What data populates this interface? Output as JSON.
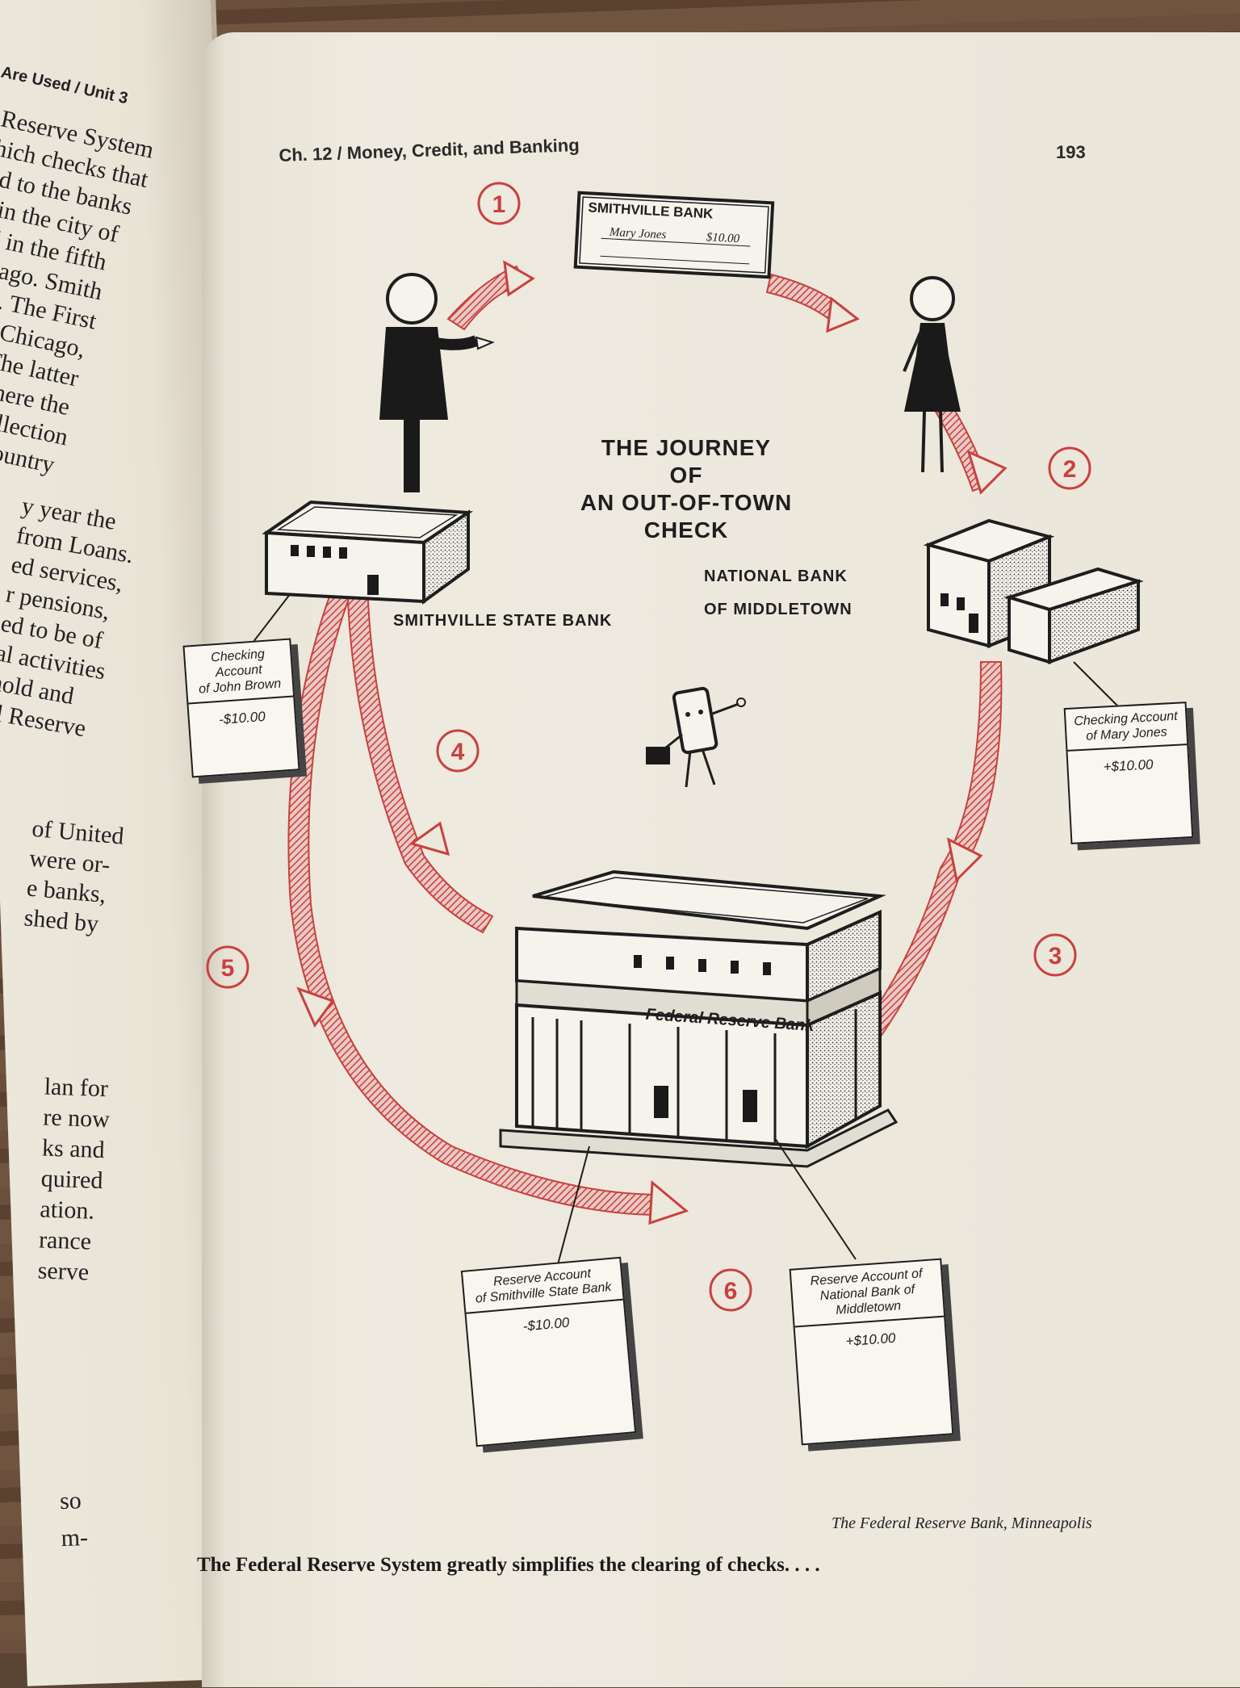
{
  "left_page": {
    "running_head": "Are Used / Unit 3",
    "lines_a": [
      "Reserve System",
      "hich checks that",
      "ed to the banks",
      "s in the city of",
      "nd in the fifth",
      "hicago. Smith",
      "ank. The First",
      "k in Chicago,",
      "nd. The latter",
      "rg, where the",
      "the collection",
      "r the country"
    ],
    "lines_b": [
      "y year the",
      "from Loans.",
      "ed services,",
      "r pensions,",
      "ed to be of",
      "al activities",
      "hold and",
      "al Reserve"
    ],
    "lines_c": [
      "of United",
      "were or-",
      "e banks,",
      "shed by"
    ],
    "lines_d": [
      "lan for",
      "re now",
      "ks and",
      "quired",
      "ation.",
      "rance",
      "serve"
    ],
    "lines_e": [
      "so",
      "m-"
    ]
  },
  "header": {
    "chapter": "Ch. 12 / Money, Credit, and Banking",
    "page_number": "193"
  },
  "figure": {
    "title_lines": [
      "THE JOURNEY",
      "OF",
      "AN OUT-OF-TOWN",
      "CHECK"
    ],
    "banks": {
      "smithville": "SMITHVILLE STATE BANK",
      "national_line1": "NATIONAL BANK",
      "national_line2": "OF MIDDLETOWN",
      "federal_sign": "Federal Reserve Bank"
    },
    "check": {
      "bank": "SMITHVILLE BANK",
      "payee": "Mary Jones",
      "amount": "$10.00"
    },
    "steps": [
      "1",
      "2",
      "3",
      "4",
      "5",
      "6"
    ],
    "accounts": {
      "john": {
        "title_1": "Checking Account",
        "title_2": "of John Brown",
        "amount": "-$10.00"
      },
      "mary": {
        "title_1": "Checking Account",
        "title_2": "of Mary Jones",
        "amount": "+$10.00"
      },
      "reserve_smithville": {
        "title_1": "Reserve Account",
        "title_2": "of Smithville State Bank",
        "amount": "-$10.00"
      },
      "reserve_national": {
        "title_1": "Reserve Account of",
        "title_2": "National Bank of Middletown",
        "amount": "+$10.00"
      }
    },
    "credit": "The Federal Reserve Bank, Minneapolis",
    "caption": "The Federal Reserve System greatly simplifies the clearing of checks. . . ."
  },
  "colors": {
    "arrow_red": "#c8413f",
    "ink": "#1e1e1e",
    "paper": "#ece8dc"
  }
}
